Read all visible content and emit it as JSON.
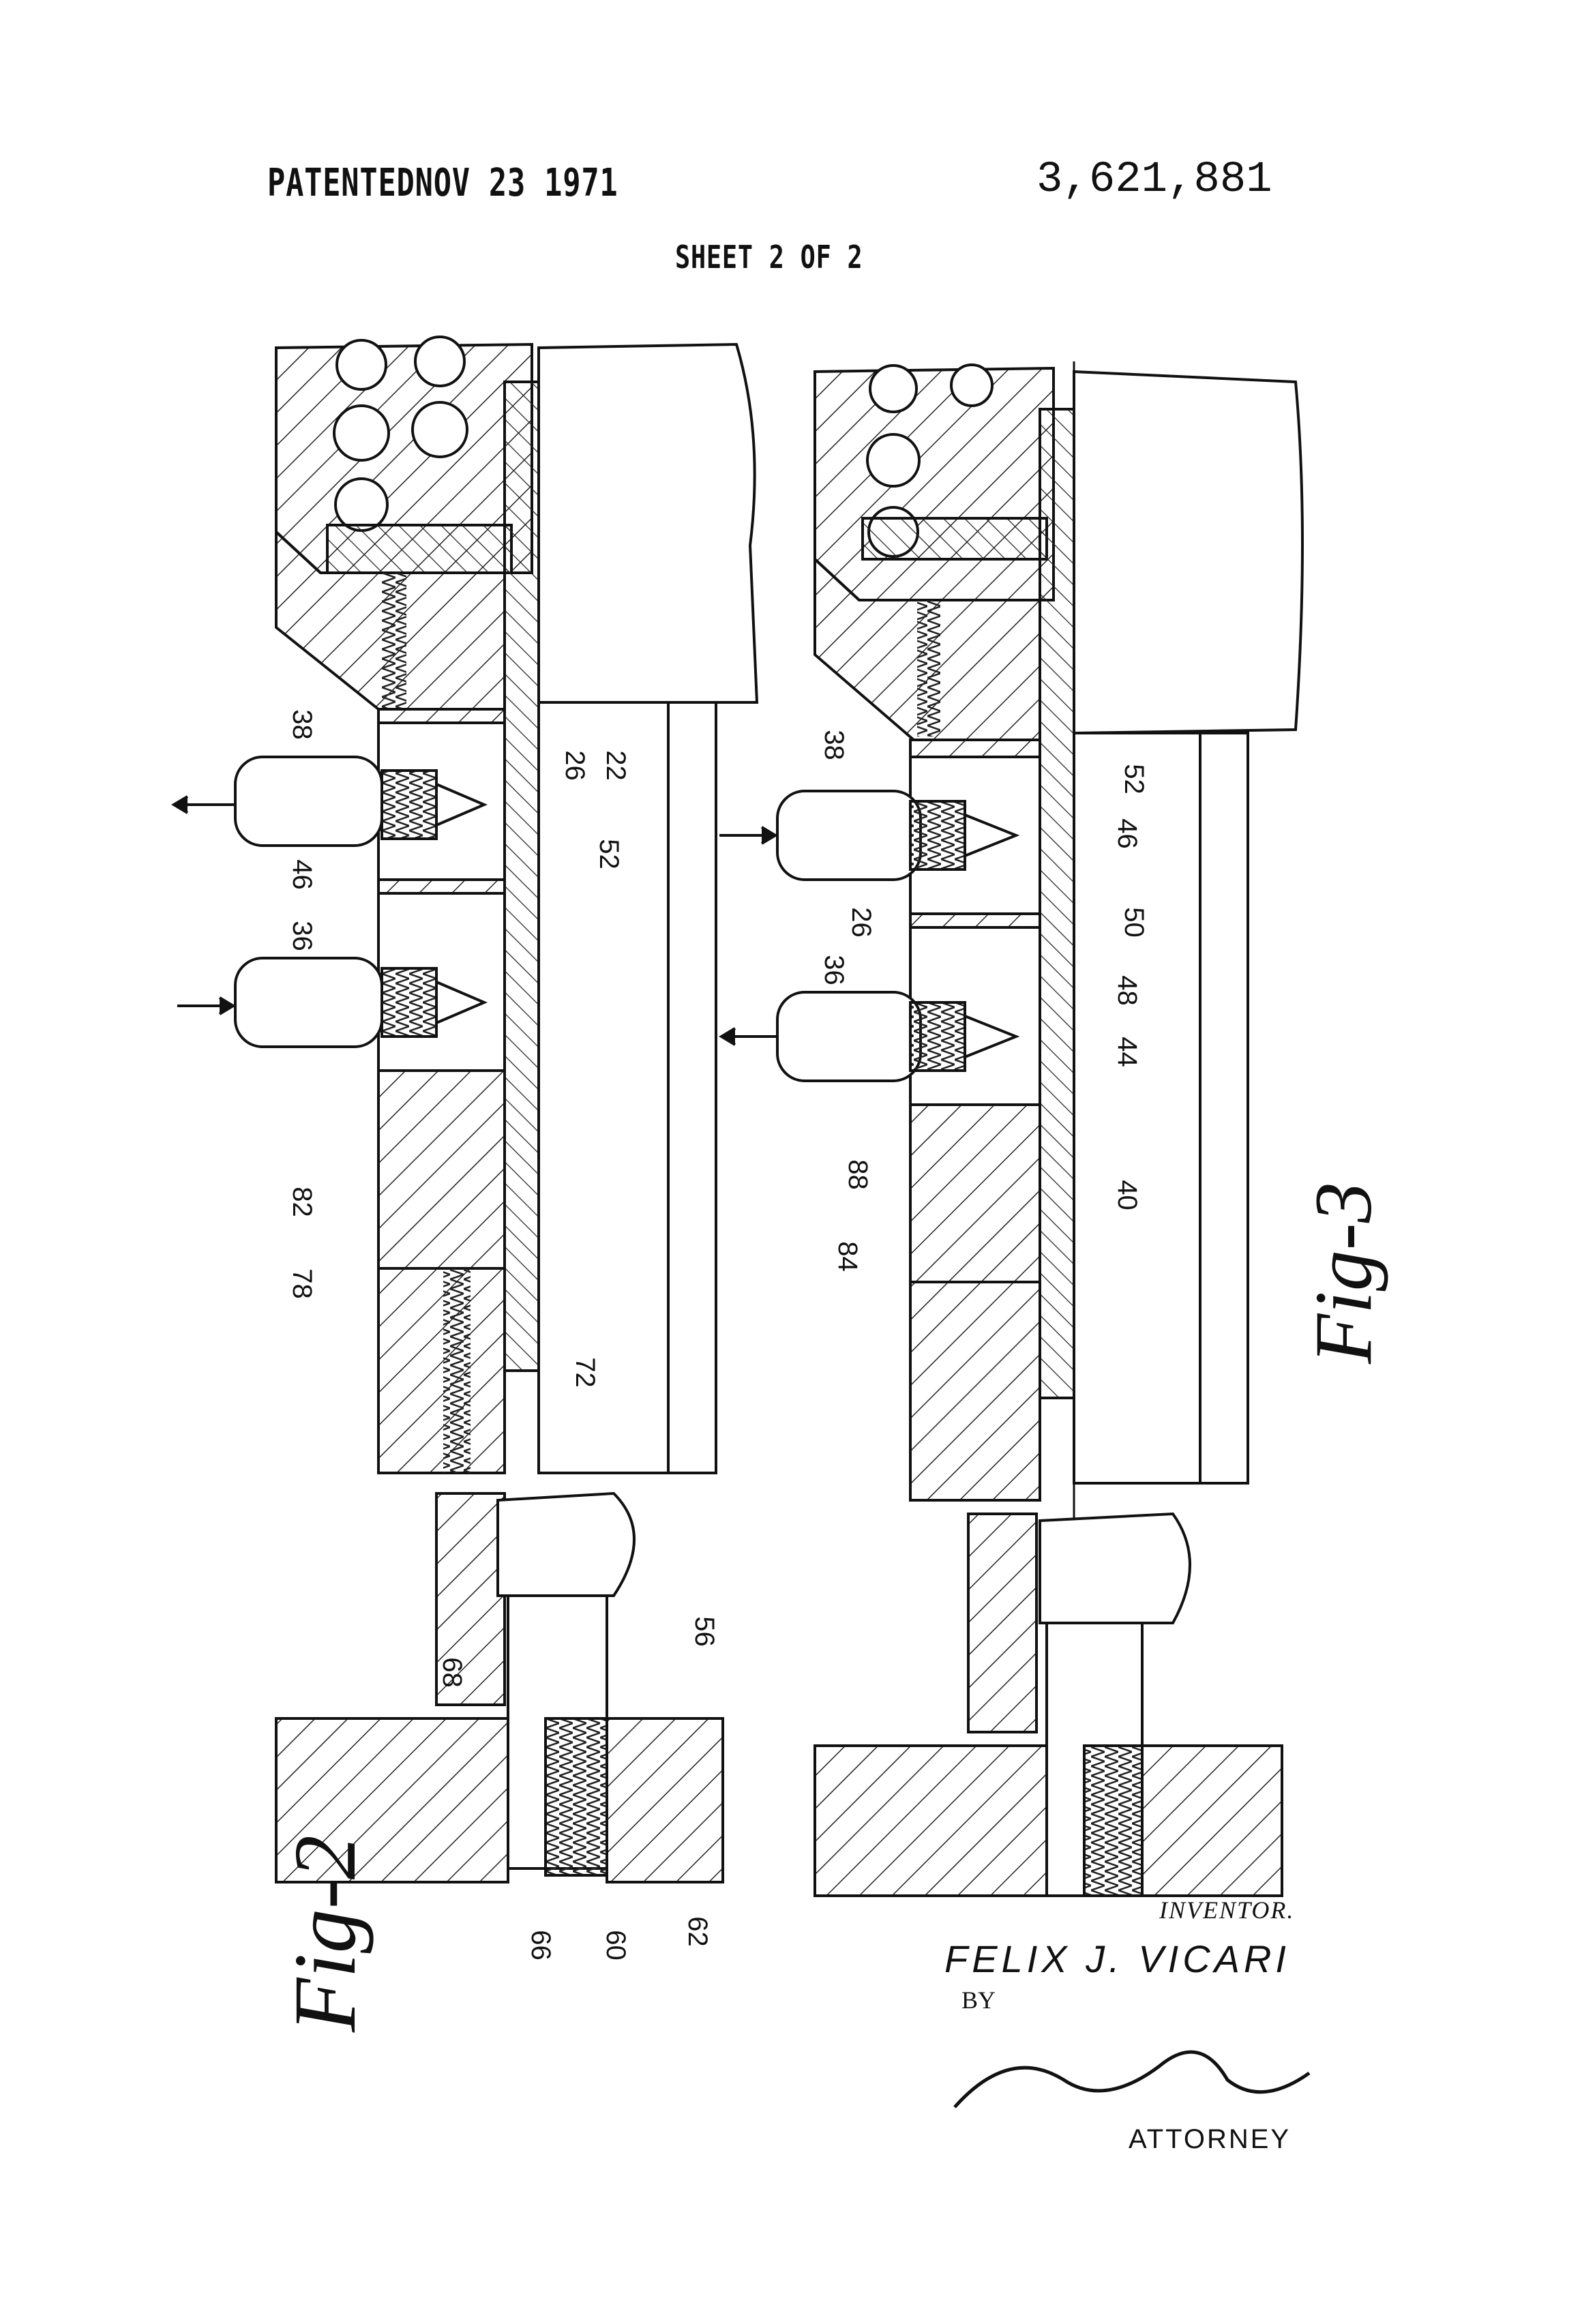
{
  "header": {
    "patented": "PATENTEDNOV 23 1971",
    "patent_number": "3,621,881",
    "sheet": "SHEET 2 OF 2"
  },
  "figures": {
    "fig2_label": "Fig-2",
    "fig3_label": "Fig-3"
  },
  "reference_numerals": {
    "fig2": [
      "38",
      "26",
      "22",
      "52",
      "46",
      "36",
      "82",
      "78",
      "72",
      "56",
      "68",
      "66",
      "60",
      "62"
    ],
    "fig3": [
      "38",
      "52",
      "46",
      "26",
      "50",
      "36",
      "48",
      "44",
      "40",
      "88",
      "84"
    ]
  },
  "footer": {
    "inventor_label": "INVENTOR.",
    "inventor_name": "FELIX J. VICARI",
    "by_label": "BY",
    "signature": "James D. Jackson",
    "attorney_label": "ATTORNEY"
  }
}
